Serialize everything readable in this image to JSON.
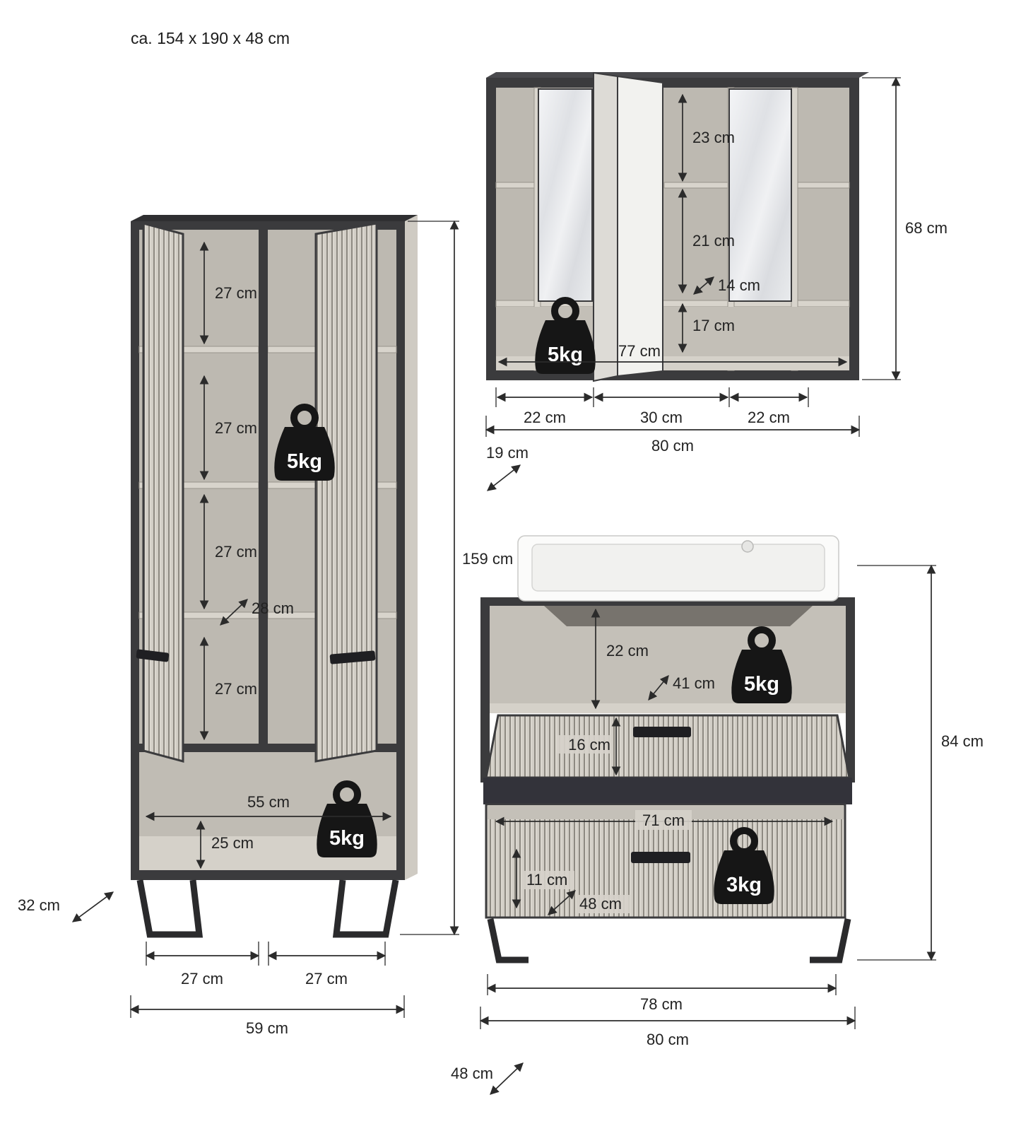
{
  "header": {
    "size_label": "ca. 154 x 190 x 48 cm"
  },
  "colors": {
    "frame": "#3b3b3d",
    "panel": "#d2cec6",
    "interior": "#c6c2ba",
    "dimension": "#2b2b2b",
    "badge": "#161616",
    "mirror": "#e3e5e9",
    "sink": "#fbfbfa"
  },
  "tall_cabinet": {
    "dims": {
      "shelf_gap_1": "27 cm",
      "shelf_gap_2": "27 cm",
      "shelf_gap_3": "27 cm",
      "shelf_depth": "28 cm",
      "shelf_gap_4": "27 cm",
      "open_width": "55 cm",
      "open_height": "25 cm",
      "height": "159 cm",
      "depth": "32 cm",
      "foot_left": "27 cm",
      "foot_right": "27 cm",
      "width": "59 cm"
    },
    "loads": {
      "upper": "5kg",
      "lower": "5kg"
    }
  },
  "mirror_cabinet": {
    "dims": {
      "upper_gap": "23 cm",
      "lower_gap": "21 cm",
      "shelf_depth": "14 cm",
      "open_height": "17 cm",
      "inner_width": "77 cm",
      "height": "68 cm",
      "comp_left": "22 cm",
      "comp_mid": "30 cm",
      "comp_right": "22 cm",
      "width": "80 cm",
      "depth": "19 cm"
    },
    "loads": {
      "shelf": "5kg"
    }
  },
  "vanity": {
    "dims": {
      "open_height": "22 cm",
      "open_depth": "41 cm",
      "drawer_top_height": "16 cm",
      "drawer_inner_width": "71 cm",
      "drawer_bottom_height": "11 cm",
      "drawer_depth": "48 cm",
      "height": "84 cm",
      "inner_width": "78 cm",
      "width": "80 cm",
      "depth": "48 cm"
    },
    "loads": {
      "shelf": "5kg",
      "drawer": "3kg"
    }
  }
}
